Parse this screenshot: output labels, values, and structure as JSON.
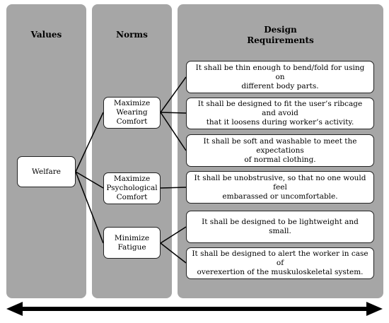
{
  "columns": {
    "values": "Values",
    "norms": "Norms",
    "design": "Design\nRequirements"
  },
  "value": "Welfare",
  "norms": [
    "Maximize\nWearing\nComfort",
    "Maximize\nPsychological\nComfort",
    "Minimize\nFatigue"
  ],
  "requirements": [
    "It shall be thin enough to bend/fold for using on\ndifferent body parts.",
    "It shall be designed to fit the user’s ribcage and avoid\nthat it loosens during worker’s activity.",
    "It shall be soft and washable to meet the expectations\nof normal clothing.",
    "It shall be unobstrusive, so that no one would feel\nembarassed or uncomfortable.",
    "It shall be designed to be lightweight and small.",
    "It shall be designed to alert the worker in case of\noverexertion of the muskuloskeletal system."
  ],
  "colors": {
    "column_fill": "#a6a6a6",
    "box_fill": "#ffffff",
    "line": "#000000"
  }
}
